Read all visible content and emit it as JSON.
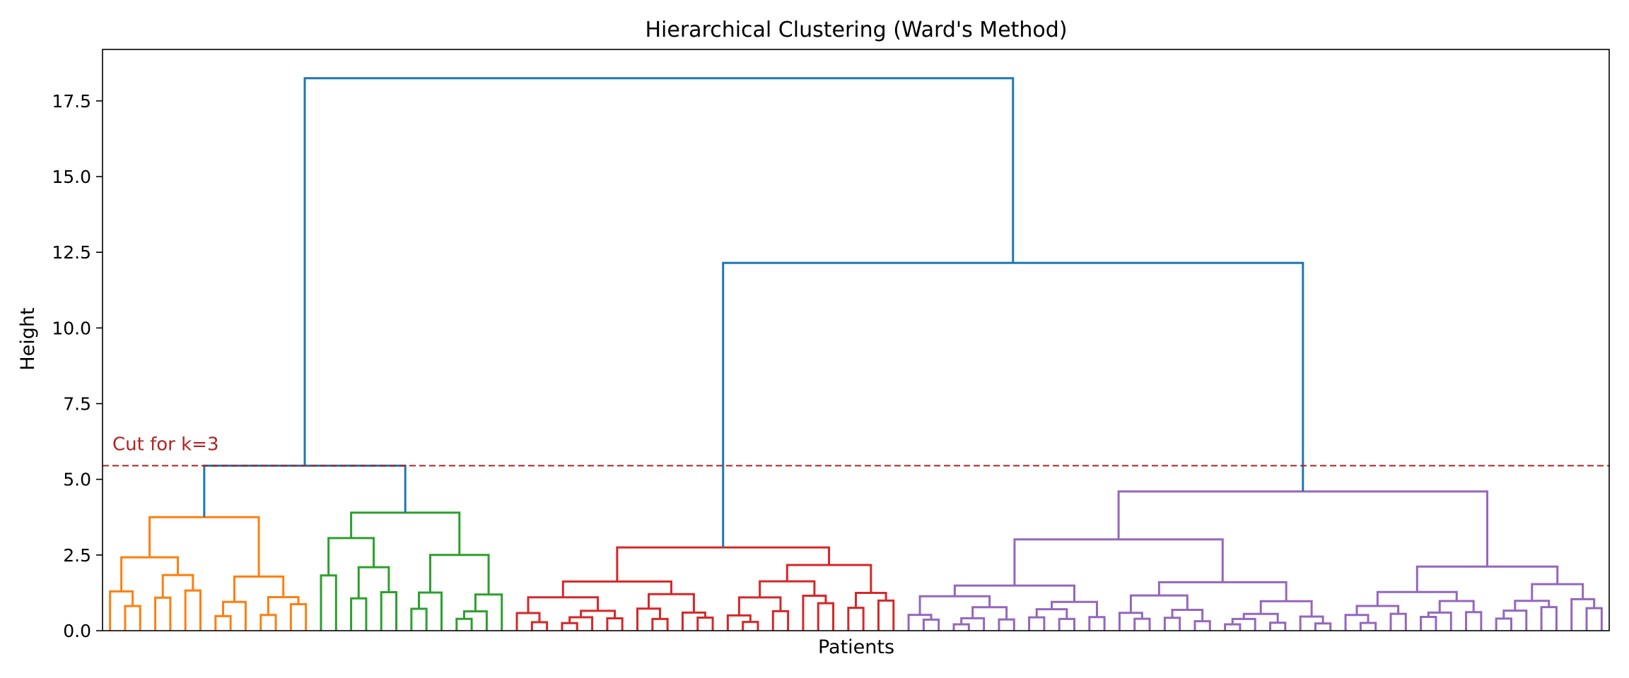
{
  "chart_data": {
    "type": "dendrogram",
    "title": "Hierarchical Clustering (Ward's Method)",
    "xlabel": "Patients",
    "ylabel": "Height",
    "ylim": [
      0,
      19.2
    ],
    "yticks": [
      "0.0",
      "2.5",
      "5.0",
      "7.5",
      "10.0",
      "12.5",
      "15.0",
      "17.5"
    ],
    "grid": false,
    "leaf_count": 100,
    "cut": {
      "height": 5.45,
      "label": "Cut for k=3",
      "color": "#b22222"
    },
    "link_color": "#1f77b4",
    "clusters": [
      {
        "color": "#ff7f0e",
        "leaves": 14,
        "merge_height": 3.75
      },
      {
        "color": "#2ca02c",
        "leaves": 13,
        "merge_height": 3.9
      },
      {
        "color": "#d62728",
        "leaves": 26,
        "merge_height": 2.75
      },
      {
        "color": "#9467bd",
        "leaves": 47,
        "merge_height": 4.6
      }
    ],
    "top_merges": [
      {
        "children": [
          "orange",
          "green"
        ],
        "height": 5.45
      },
      {
        "children": [
          "red",
          "purple"
        ],
        "height": 12.15
      },
      {
        "children": [
          "orange+green",
          "red+purple"
        ],
        "height": 18.25
      }
    ]
  }
}
